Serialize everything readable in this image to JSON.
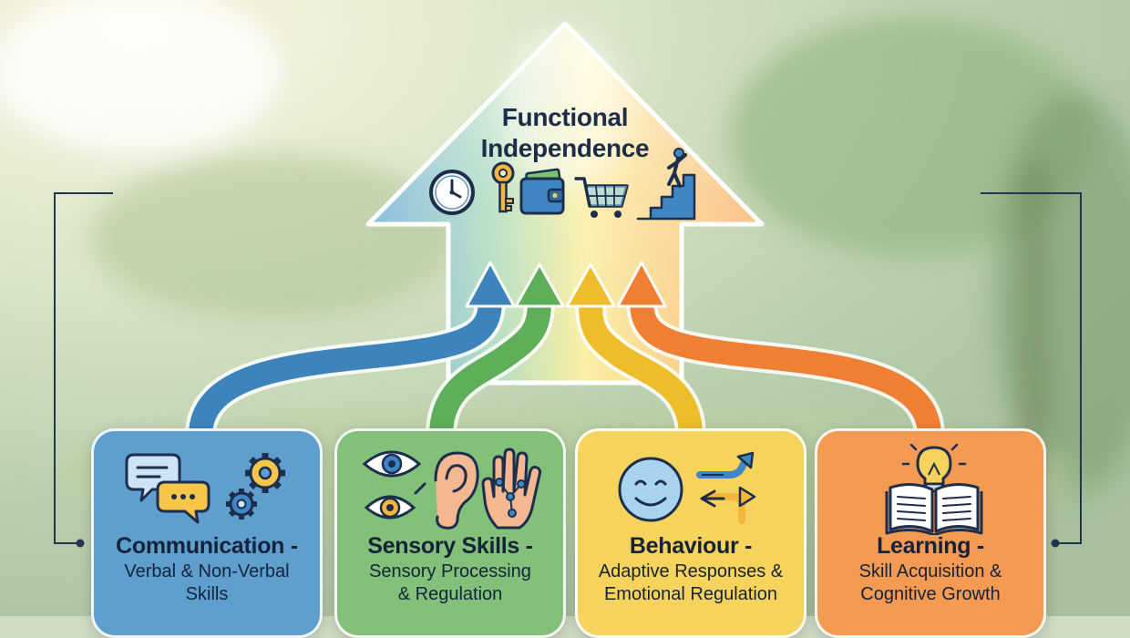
{
  "goal": {
    "title_line1": "Functional",
    "title_line2": "Independence",
    "icons": [
      "clock-icon",
      "key-icon",
      "wallet-icon",
      "shopping-cart-icon",
      "person-climbing-stairs-icon"
    ]
  },
  "pillars": [
    {
      "title": "Communication -",
      "sub_line1": "Verbal & Non-Verbal",
      "sub_line2": "Skills",
      "color": "#5e9fce",
      "arrow_color": "#3d84bd",
      "icons": [
        "speech-bubbles-icon",
        "gears-icon"
      ]
    },
    {
      "title": "Sensory Skills -",
      "sub_line1": "Sensory Processing",
      "sub_line2": "& Regulation",
      "color": "#83c17a",
      "arrow_color": "#5fae5a",
      "icons": [
        "eye-icon",
        "ear-icon",
        "hand-icon"
      ]
    },
    {
      "title": "Behaviour -",
      "sub_line1": "Adaptive Responses &",
      "sub_line2": "Emotional Regulation",
      "color": "#f5d35c",
      "arrow_color": "#eebd2c",
      "icons": [
        "smiley-face-icon",
        "direction-arrows-icon"
      ]
    },
    {
      "title": "Learning -",
      "sub_line1": "Skill Acquisition &",
      "sub_line2": "Cognitive Growth",
      "color": "#f59a52",
      "arrow_color": "#ef7f33",
      "icons": [
        "lightbulb-icon",
        "open-book-icon"
      ]
    }
  ]
}
